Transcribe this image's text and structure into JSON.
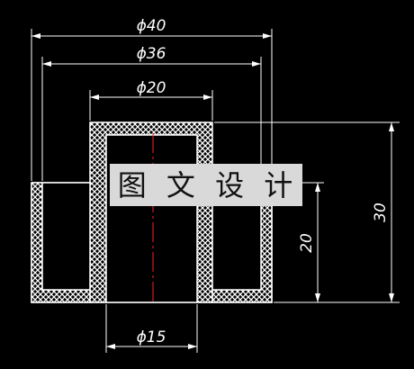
{
  "dimensions": {
    "outer_diameter": "ϕ40",
    "mid_diameter": "ϕ36",
    "inner_top_diameter": "ϕ20",
    "bore_diameter": "ϕ15",
    "total_height": "30",
    "cup_height": "20"
  },
  "watermark": "图 文 设 计",
  "colors": {
    "background": "#000000",
    "lines": "#ffffff",
    "centerline": "#ff2020",
    "watermark_bg": "#d9d9d9"
  }
}
